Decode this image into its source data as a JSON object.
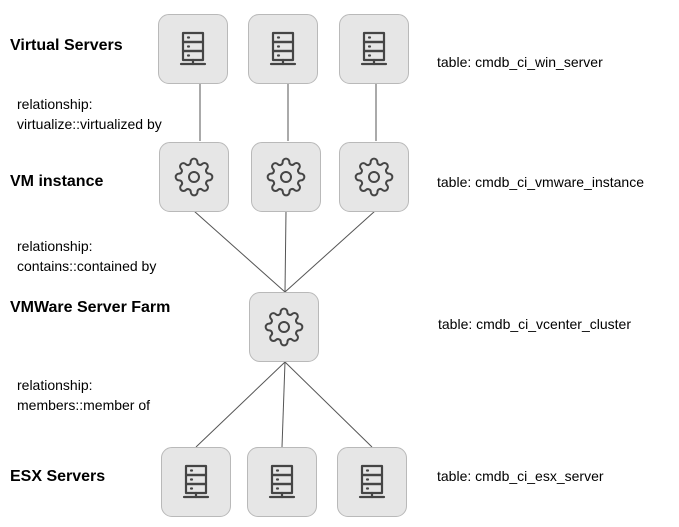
{
  "tiers": [
    {
      "label": "Virtual Servers",
      "table": "table: cmdb_ci_win_server",
      "icon": "server-icon",
      "count": 3
    },
    {
      "label": "VM instance",
      "table": "table: cmdb_ci_vmware_instance",
      "icon": "gear-icon",
      "count": 3
    },
    {
      "label": "VMWare Server Farm",
      "table": "table: cmdb_ci_vcenter_cluster",
      "icon": "gear-icon",
      "count": 1
    },
    {
      "label": "ESX Servers",
      "table": "table: cmdb_ci_esx_server",
      "icon": "server-icon",
      "count": 3
    }
  ],
  "relationships": [
    {
      "line1": "relationship:",
      "line2": "virtualize::virtualized by"
    },
    {
      "line1": "relationship:",
      "line2": "contains::contained by"
    },
    {
      "line1": "relationship:",
      "line2": "members::member of"
    }
  ],
  "colors": {
    "node_fill": "#e6e6e6",
    "node_border": "#b9b9b9",
    "icon": "#454545",
    "connector": "#555555"
  }
}
